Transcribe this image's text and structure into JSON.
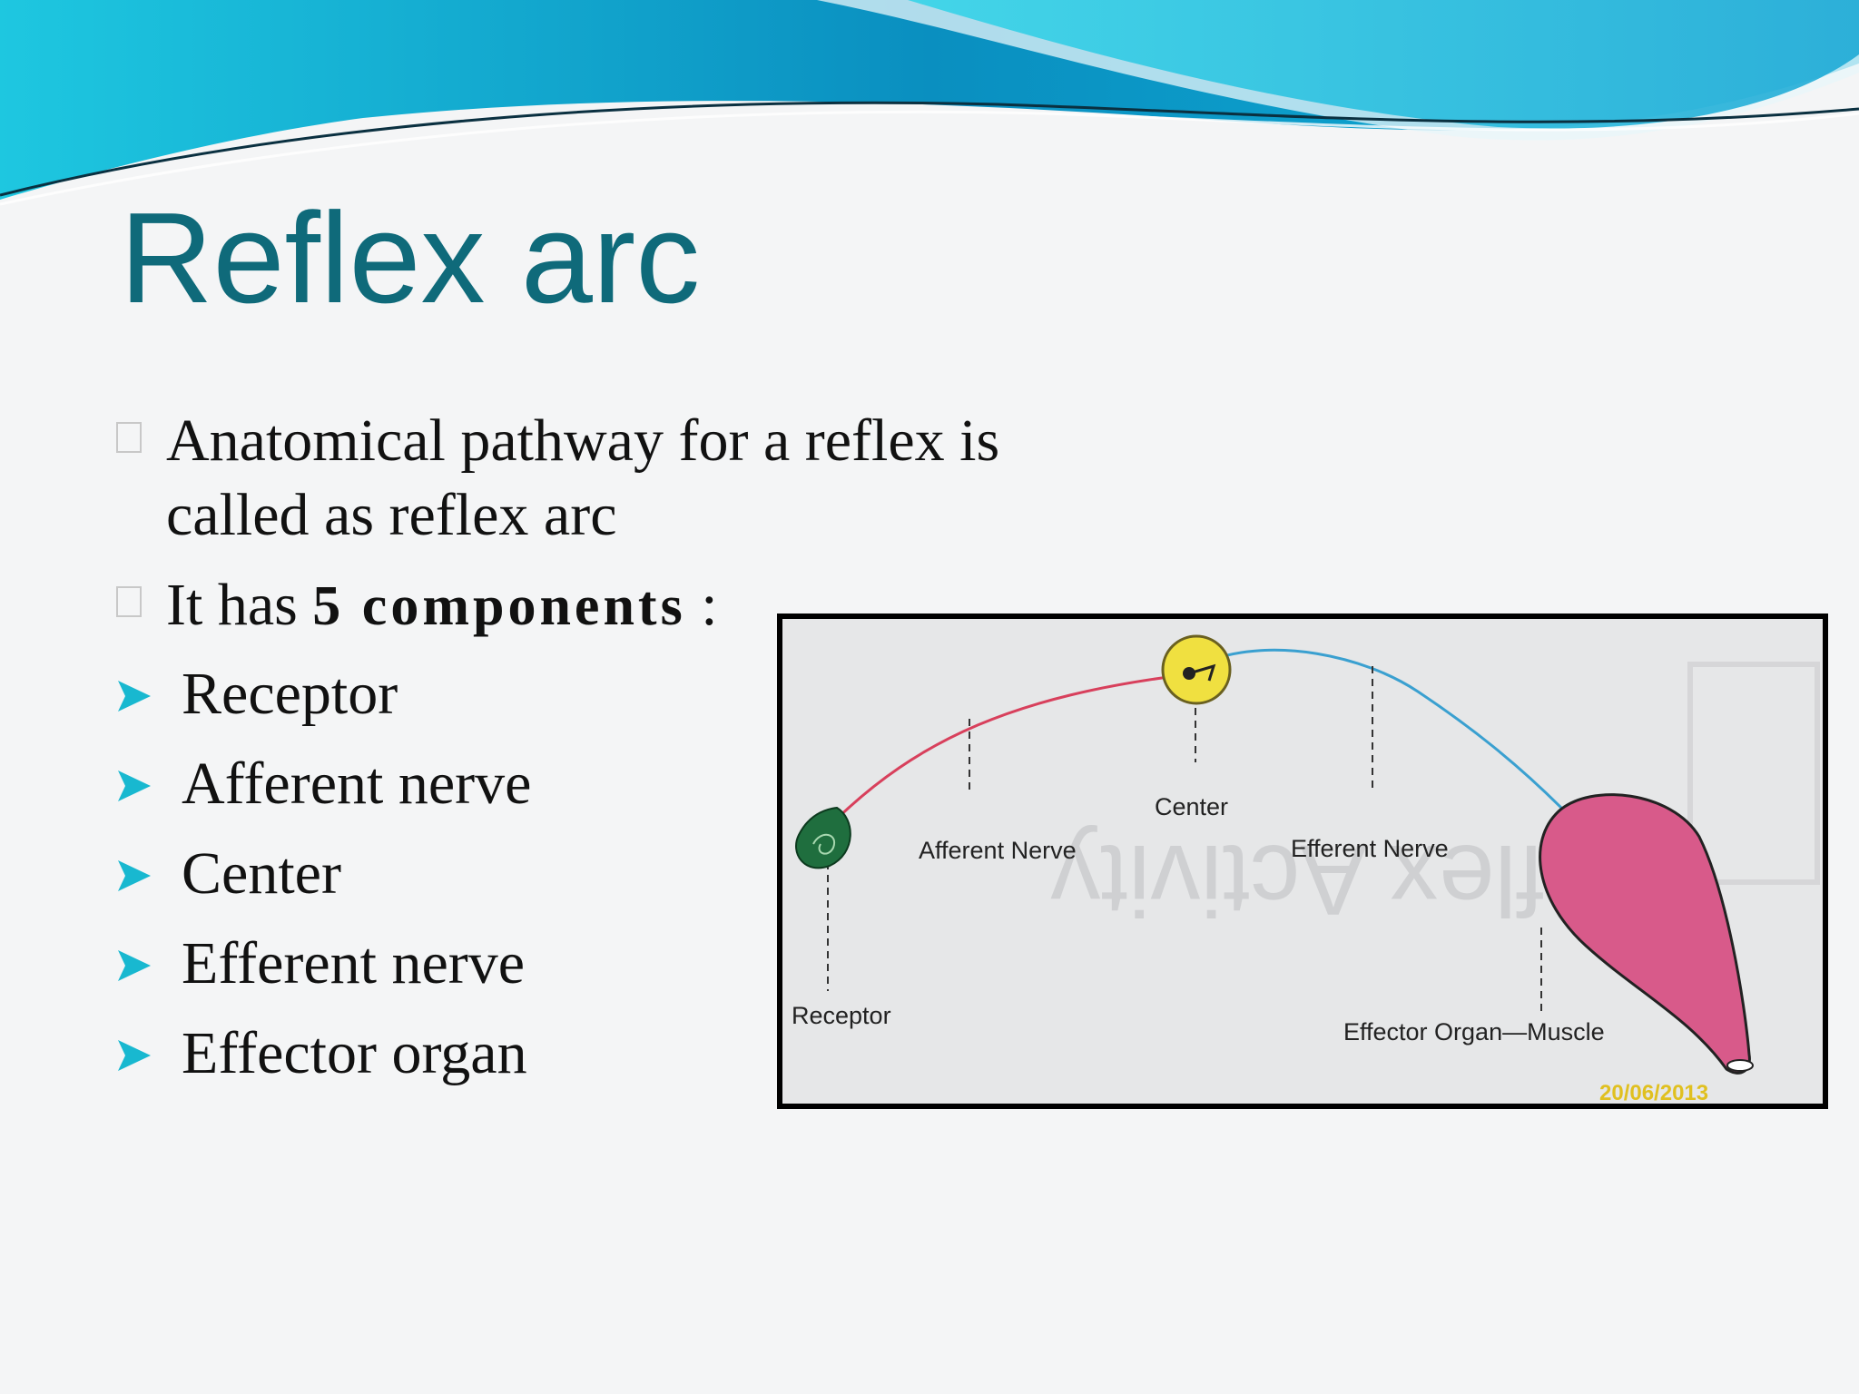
{
  "slide": {
    "title": "Reflex arc",
    "bullets": [
      {
        "text": "Anatomical pathway for a reflex is called as reflex arc"
      }
    ],
    "components_line": {
      "prefix": "It has ",
      "bold": "5 components",
      "suffix": " :"
    },
    "components": [
      "Receptor",
      "Afferent nerve",
      "Center",
      "Efferent nerve",
      "Effector organ"
    ]
  },
  "figure": {
    "labels": {
      "receptor": "Receptor",
      "afferent": "Afferent Nerve",
      "center": "Center",
      "efferent": "Efferent Nerve",
      "effector": "Effector Organ—Muscle"
    },
    "faint_heading": "Reflex Activity",
    "date_stamp": "20/06/2013",
    "colors": {
      "afferent_nerve": "#d8405c",
      "efferent_nerve": "#3aa0d0",
      "center": "#f0e040",
      "receptor": "#1f6e3e",
      "muscle": "#d85a8a"
    }
  },
  "theme": {
    "title_color": "#0f6a7a",
    "arrow_color": "#18b8d0"
  }
}
